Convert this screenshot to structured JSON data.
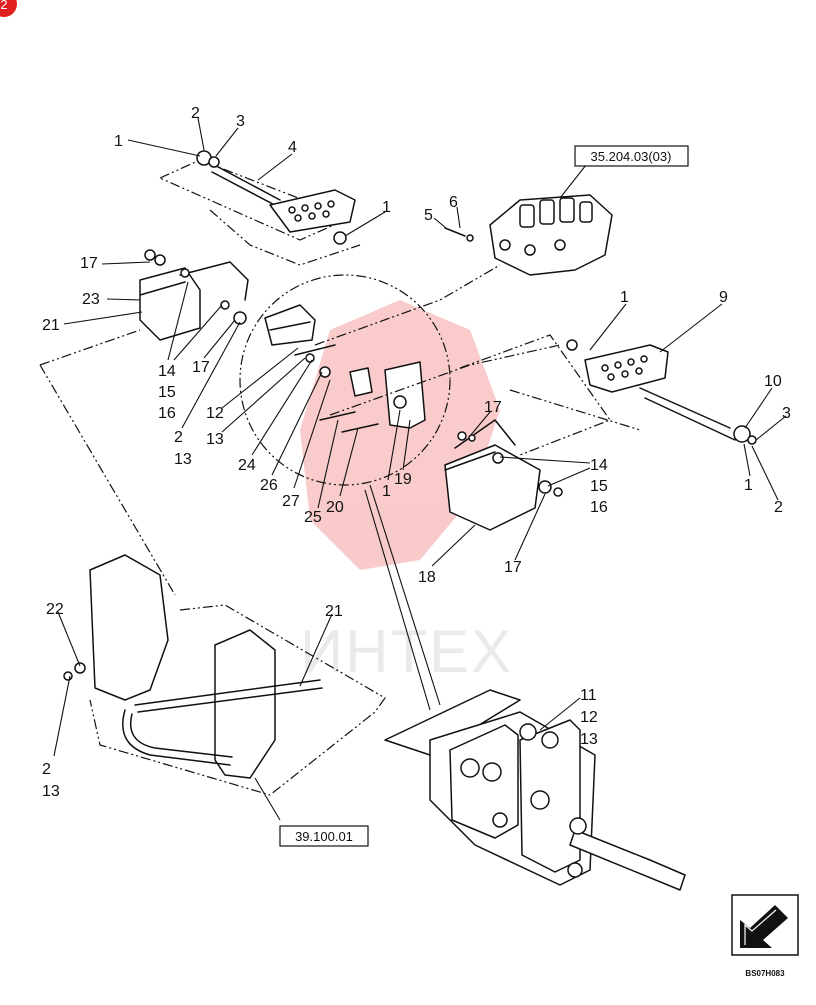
{
  "badge": {
    "text": "2",
    "color": "#e02020"
  },
  "watermark": {
    "text": "ИНТЕХ",
    "color": "#f4a0a0"
  },
  "ref_boxes": [
    {
      "id": "valve-ref",
      "label": "35.204.03(03)"
    },
    {
      "id": "frame-ref",
      "label": "39.100.01"
    }
  ],
  "drawing_code": "BS07H083",
  "callouts": [
    "1",
    "2",
    "3",
    "4",
    "1",
    "5",
    "6",
    "17",
    "23",
    "21",
    "14",
    "15",
    "16",
    "17",
    "12",
    "13",
    "2",
    "13",
    "1",
    "9",
    "10",
    "3",
    "1",
    "2",
    "17",
    "14",
    "15",
    "16",
    "17",
    "18",
    "24",
    "26",
    "27",
    "25",
    "20",
    "1",
    "19",
    "22",
    "2",
    "13",
    "21",
    "11",
    "12",
    "13"
  ]
}
